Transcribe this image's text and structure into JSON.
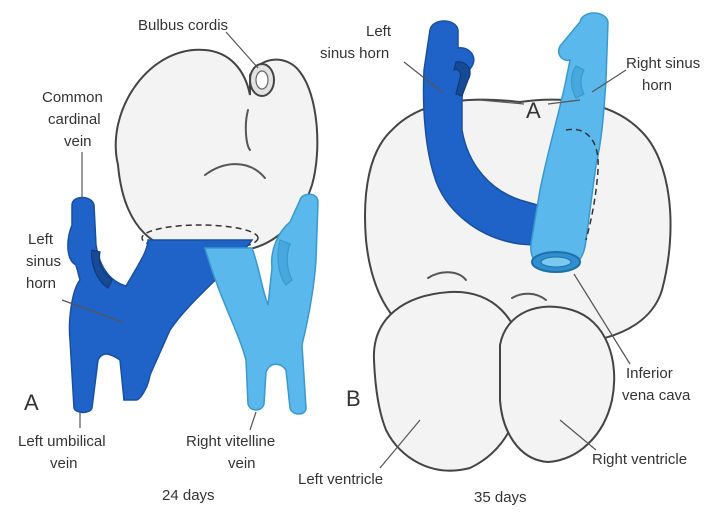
{
  "colors": {
    "left_vessel": "#1f63c9",
    "right_vessel": "#5ab8ec",
    "heart_fill": "#f3f3f3",
    "outline": "#444444"
  },
  "panel_a": {
    "letter": "A",
    "age": "24 days",
    "labels": {
      "bulbus_cordis": "Bulbus cordis",
      "common_cardinal_vein": [
        "Common",
        "cardinal",
        "vein"
      ],
      "left_sinus_horn": [
        "Left",
        "sinus",
        "horn"
      ],
      "left_umbilical_vein": [
        "Left umbilical",
        "vein"
      ],
      "right_vitelline_vein": [
        "Right vitelline",
        "vein"
      ]
    }
  },
  "panel_b": {
    "letter": "B",
    "marker": "A",
    "age": "35 days",
    "labels": {
      "left_sinus_horn": [
        "Left",
        "sinus horn"
      ],
      "right_sinus_horn": [
        "Right sinus",
        "horn"
      ],
      "inferior_vena_cava": [
        "Inferior",
        "vena cava"
      ],
      "left_ventricle": "Left ventricle",
      "right_ventricle": "Right ventricle"
    }
  }
}
